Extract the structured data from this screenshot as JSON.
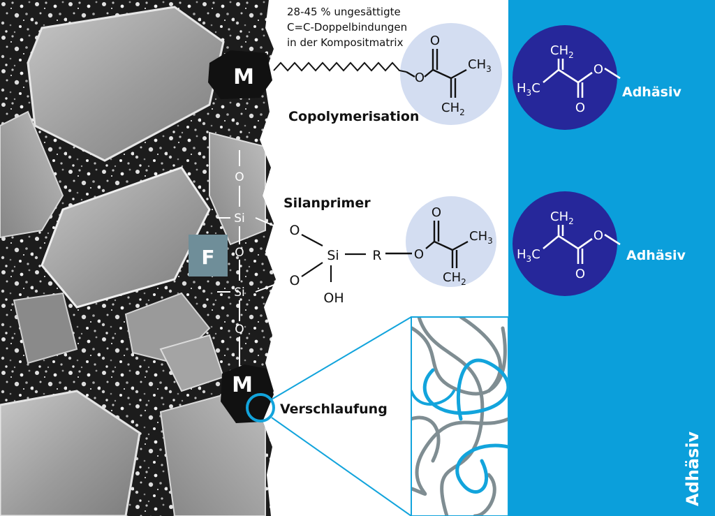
{
  "colors": {
    "accent_blue": "#0b9fdb",
    "dark_blue": "#26279a",
    "pale_blue": "#d3ddf1",
    "filler_gray": "#6f8e99",
    "fiber_gray": "#7f8d92",
    "fiber_blue": "#12a4dc"
  },
  "annotations": {
    "unsaturated_line1": "28-45 % ungesättigte",
    "unsaturated_line2": "C=C-Doppelbindungen",
    "unsaturated_line3": "in der Kompositmatrix",
    "copolymerisation": "Copolymerisation",
    "silanprimer": "Silanprimer",
    "verschlaufung": "Verschlaufung"
  },
  "markers": {
    "matrix_top": "M",
    "filler": "F",
    "matrix_bottom": "M"
  },
  "chemistry": {
    "o": "O",
    "si": "Si",
    "r": "R",
    "oh": "OH",
    "ch3": "CH",
    "ch2": "CH",
    "h3c_h": "H",
    "h3c_c": "C",
    "sub3": "3",
    "sub2": "2"
  },
  "adhesive": {
    "label_top": "Adhäsiv",
    "label_middle": "Adhäsiv",
    "label_vertical": "Adhäsiv"
  }
}
